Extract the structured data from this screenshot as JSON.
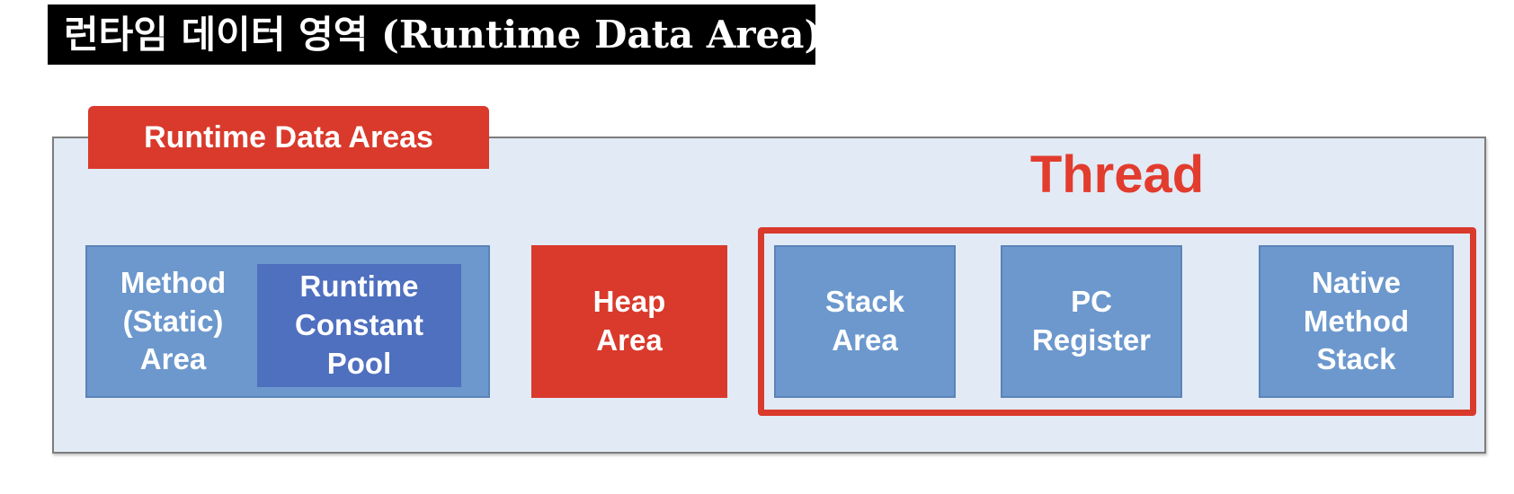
{
  "title": {
    "text": "런타임 데이터 영역 (Runtime Data Area)",
    "bg": "#000000",
    "color": "#ffffff"
  },
  "diagram": {
    "tab": {
      "label": "Runtime Data Areas",
      "bg": "#d93a2c",
      "color": "#ffffff"
    },
    "thread_label": {
      "text": "Thread",
      "color": "#e23c2e"
    },
    "boxes": {
      "method_area": {
        "label": "Method\n(Static)\nArea",
        "bg": "#6c98cd"
      },
      "runtime_constant_pool": {
        "label": "Runtime\nConstant\nPool",
        "bg": "#4f6fbf"
      },
      "heap_area": {
        "label": "Heap\nArea",
        "bg": "#d93a2c"
      },
      "stack_area": {
        "label": "Stack\nArea",
        "bg": "#6c98cd"
      },
      "pc_register": {
        "label": "PC\nRegister",
        "bg": "#6c98cd"
      },
      "native_method_stack": {
        "label": "Native\nMethod\nStack",
        "bg": "#6c98cd"
      }
    },
    "colors": {
      "container_bg": "#e2eaf5",
      "container_border": "#7d7d7d",
      "thread_outline": "#d93a2c",
      "blue_box_border": "#5b83b8",
      "text_on_boxes": "#ffffff"
    }
  }
}
